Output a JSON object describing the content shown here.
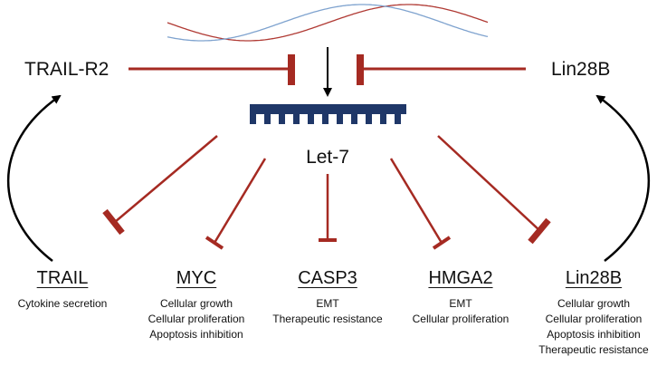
{
  "colors": {
    "inhibit": "#a52a22",
    "activate": "#000000",
    "mirna_block": "#1f3768",
    "dna_strand_a": "#b03a34",
    "dna_strand_b": "#7fa3cf"
  },
  "regulators": {
    "trail_r2": "TRAIL-R2",
    "lin28b_top": "Lin28B"
  },
  "mirna": {
    "label": "Let-7"
  },
  "targets": [
    {
      "name": "TRAIL",
      "effects": [
        "Cytokine secretion"
      ]
    },
    {
      "name": "MYC",
      "effects": [
        "Cellular growth",
        "Cellular proliferation",
        "Apoptosis inhibition"
      ]
    },
    {
      "name": "CASP3",
      "effects": [
        "EMT",
        "Therapeutic resistance"
      ]
    },
    {
      "name": "HMGA2",
      "effects": [
        "EMT",
        "Cellular proliferation"
      ]
    },
    {
      "name": "Lin28B",
      "effects": [
        "Cellular growth",
        "Cellular proliferation",
        "Apoptosis inhibition",
        "Therapeutic resistance"
      ]
    }
  ]
}
